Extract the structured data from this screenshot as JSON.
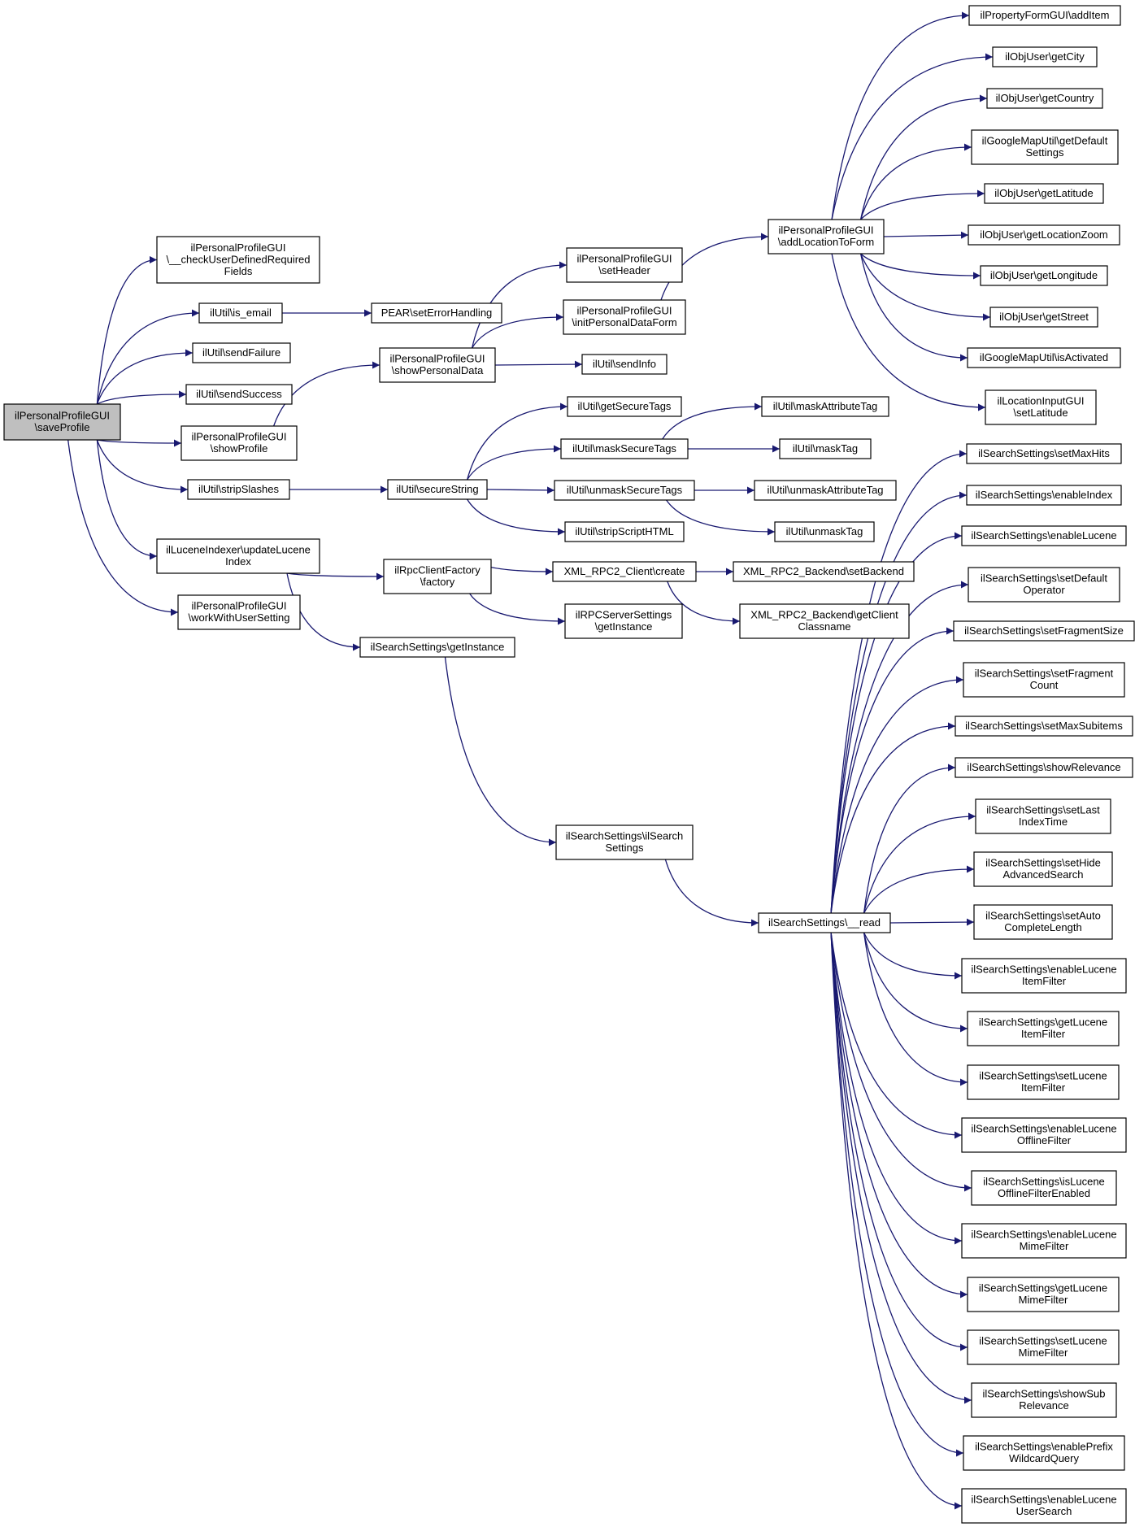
{
  "diagram": {
    "type": "call-graph",
    "edge_color": "#191970",
    "root_fill": "#bfbfbf",
    "nodes": [
      {
        "id": "saveProfile",
        "lines": [
          "ilPersonalProfileGUI",
          "\\saveProfile"
        ],
        "root": true
      },
      {
        "id": "checkUDF",
        "lines": [
          "ilPersonalProfileGUI",
          "\\__checkUserDefinedRequired",
          "Fields"
        ]
      },
      {
        "id": "is_email",
        "lines": [
          "ilUtil\\is_email"
        ]
      },
      {
        "id": "sendFailure",
        "lines": [
          "ilUtil\\sendFailure"
        ]
      },
      {
        "id": "sendSuccess",
        "lines": [
          "ilUtil\\sendSuccess"
        ]
      },
      {
        "id": "showProfile",
        "lines": [
          "ilPersonalProfileGUI",
          "\\showProfile"
        ]
      },
      {
        "id": "stripSlashes",
        "lines": [
          "ilUtil\\stripSlashes"
        ]
      },
      {
        "id": "updateLucene",
        "lines": [
          "ilLuceneIndexer\\updateLucene",
          "Index"
        ]
      },
      {
        "id": "workWithUserSetting",
        "lines": [
          "ilPersonalProfileGUI",
          "\\workWithUserSetting"
        ]
      },
      {
        "id": "setErrorHandling",
        "lines": [
          "PEAR\\setErrorHandling"
        ]
      },
      {
        "id": "showPersonalData",
        "lines": [
          "ilPersonalProfileGUI",
          "\\showPersonalData"
        ]
      },
      {
        "id": "secureString",
        "lines": [
          "ilUtil\\secureString"
        ]
      },
      {
        "id": "rpcFactory",
        "lines": [
          "ilRpcClientFactory",
          "\\factory"
        ]
      },
      {
        "id": "searchGetInstance",
        "lines": [
          "ilSearchSettings\\getInstance"
        ]
      },
      {
        "id": "searchCtor",
        "lines": [
          "ilSearchSettings\\ilSearch",
          "Settings"
        ]
      },
      {
        "id": "setHeader",
        "lines": [
          "ilPersonalProfileGUI",
          "\\setHeader"
        ]
      },
      {
        "id": "initPersonalDataForm",
        "lines": [
          "ilPersonalProfileGUI",
          "\\initPersonalDataForm"
        ]
      },
      {
        "id": "sendInfo",
        "lines": [
          "ilUtil\\sendInfo"
        ]
      },
      {
        "id": "getSecureTags",
        "lines": [
          "ilUtil\\getSecureTags"
        ]
      },
      {
        "id": "maskSecureTags",
        "lines": [
          "ilUtil\\maskSecureTags"
        ]
      },
      {
        "id": "unmaskSecureTags",
        "lines": [
          "ilUtil\\unmaskSecureTags"
        ]
      },
      {
        "id": "stripScriptHTML",
        "lines": [
          "ilUtil\\stripScriptHTML"
        ]
      },
      {
        "id": "xmlCreate",
        "lines": [
          "XML_RPC2_Client\\create"
        ]
      },
      {
        "id": "rpcServerGetInstance",
        "lines": [
          "ilRPCServerSettings",
          "\\getInstance"
        ]
      },
      {
        "id": "addLocationToForm",
        "lines": [
          "ilPersonalProfileGUI",
          "\\addLocationToForm"
        ]
      },
      {
        "id": "maskAttributeTag",
        "lines": [
          "ilUtil\\maskAttributeTag"
        ]
      },
      {
        "id": "maskTag",
        "lines": [
          "ilUtil\\maskTag"
        ]
      },
      {
        "id": "unmaskAttributeTag",
        "lines": [
          "ilUtil\\unmaskAttributeTag"
        ]
      },
      {
        "id": "unmaskTag",
        "lines": [
          "ilUtil\\unmaskTag"
        ]
      },
      {
        "id": "setBackend",
        "lines": [
          "XML_RPC2_Backend\\setBackend"
        ]
      },
      {
        "id": "getClientClassname",
        "lines": [
          "XML_RPC2_Backend\\getClient",
          "Classname"
        ]
      },
      {
        "id": "read",
        "lines": [
          "ilSearchSettings\\__read"
        ]
      },
      {
        "id": "addItem",
        "lines": [
          "ilPropertyFormGUI\\addItem"
        ]
      },
      {
        "id": "getCity",
        "lines": [
          "ilObjUser\\getCity"
        ]
      },
      {
        "id": "getCountry",
        "lines": [
          "ilObjUser\\getCountry"
        ]
      },
      {
        "id": "gmapGetDefault",
        "lines": [
          "ilGoogleMapUtil\\getDefault",
          "Settings"
        ]
      },
      {
        "id": "getLatitude",
        "lines": [
          "ilObjUser\\getLatitude"
        ]
      },
      {
        "id": "getLocationZoom",
        "lines": [
          "ilObjUser\\getLocationZoom"
        ]
      },
      {
        "id": "getLongitude",
        "lines": [
          "ilObjUser\\getLongitude"
        ]
      },
      {
        "id": "getStreet",
        "lines": [
          "ilObjUser\\getStreet"
        ]
      },
      {
        "id": "gmapIsActivated",
        "lines": [
          "ilGoogleMapUtil\\isActivated"
        ]
      },
      {
        "id": "locSetLatitude",
        "lines": [
          "ilLocationInputGUI",
          "\\setLatitude"
        ]
      },
      {
        "id": "setMaxHits",
        "lines": [
          "ilSearchSettings\\setMaxHits"
        ]
      },
      {
        "id": "enableIndex",
        "lines": [
          "ilSearchSettings\\enableIndex"
        ]
      },
      {
        "id": "enableLucene",
        "lines": [
          "ilSearchSettings\\enableLucene"
        ]
      },
      {
        "id": "setDefaultOperator",
        "lines": [
          "ilSearchSettings\\setDefault",
          "Operator"
        ]
      },
      {
        "id": "setFragmentSize",
        "lines": [
          "ilSearchSettings\\setFragmentSize"
        ]
      },
      {
        "id": "setFragmentCount",
        "lines": [
          "ilSearchSettings\\setFragment",
          "Count"
        ]
      },
      {
        "id": "setMaxSubitems",
        "lines": [
          "ilSearchSettings\\setMaxSubitems"
        ]
      },
      {
        "id": "showRelevance",
        "lines": [
          "ilSearchSettings\\showRelevance"
        ]
      },
      {
        "id": "setLastIndexTime",
        "lines": [
          "ilSearchSettings\\setLast",
          "IndexTime"
        ]
      },
      {
        "id": "setHideAdvancedSearch",
        "lines": [
          "ilSearchSettings\\setHide",
          "AdvancedSearch"
        ]
      },
      {
        "id": "setAutoCompleteLength",
        "lines": [
          "ilSearchSettings\\setAuto",
          "CompleteLength"
        ]
      },
      {
        "id": "enableLuceneItemFilter",
        "lines": [
          "ilSearchSettings\\enableLucene",
          "ItemFilter"
        ]
      },
      {
        "id": "getLuceneItemFilter",
        "lines": [
          "ilSearchSettings\\getLucene",
          "ItemFilter"
        ]
      },
      {
        "id": "setLuceneItemFilter",
        "lines": [
          "ilSearchSettings\\setLucene",
          "ItemFilter"
        ]
      },
      {
        "id": "enableLuceneOfflineFilter",
        "lines": [
          "ilSearchSettings\\enableLucene",
          "OfflineFilter"
        ]
      },
      {
        "id": "isLuceneOfflineFilterEnabled",
        "lines": [
          "ilSearchSettings\\isLucene",
          "OfflineFilterEnabled"
        ]
      },
      {
        "id": "enableLuceneMimeFilter",
        "lines": [
          "ilSearchSettings\\enableLucene",
          "MimeFilter"
        ]
      },
      {
        "id": "getLuceneMimeFilter",
        "lines": [
          "ilSearchSettings\\getLucene",
          "MimeFilter"
        ]
      },
      {
        "id": "setLuceneMimeFilter",
        "lines": [
          "ilSearchSettings\\setLucene",
          "MimeFilter"
        ]
      },
      {
        "id": "showSubRelevance",
        "lines": [
          "ilSearchSettings\\showSub",
          "Relevance"
        ]
      },
      {
        "id": "enablePrefixWildcardQuery",
        "lines": [
          "ilSearchSettings\\enablePrefix",
          "WildcardQuery"
        ]
      },
      {
        "id": "enableLuceneUserSearch",
        "lines": [
          "ilSearchSettings\\enableLucene",
          "UserSearch"
        ]
      }
    ],
    "edges": [
      [
        "saveProfile",
        "checkUDF"
      ],
      [
        "saveProfile",
        "is_email"
      ],
      [
        "saveProfile",
        "sendFailure"
      ],
      [
        "saveProfile",
        "sendSuccess"
      ],
      [
        "saveProfile",
        "showProfile"
      ],
      [
        "saveProfile",
        "stripSlashes"
      ],
      [
        "saveProfile",
        "updateLucene"
      ],
      [
        "saveProfile",
        "workWithUserSetting"
      ],
      [
        "is_email",
        "setErrorHandling"
      ],
      [
        "showProfile",
        "showPersonalData"
      ],
      [
        "stripSlashes",
        "secureString"
      ],
      [
        "updateLucene",
        "rpcFactory"
      ],
      [
        "updateLucene",
        "searchGetInstance"
      ],
      [
        "searchGetInstance",
        "searchCtor"
      ],
      [
        "searchCtor",
        "read"
      ],
      [
        "showPersonalData",
        "setHeader"
      ],
      [
        "showPersonalData",
        "initPersonalDataForm"
      ],
      [
        "showPersonalData",
        "sendInfo"
      ],
      [
        "initPersonalDataForm",
        "addLocationToForm"
      ],
      [
        "secureString",
        "getSecureTags"
      ],
      [
        "secureString",
        "maskSecureTags"
      ],
      [
        "secureString",
        "unmaskSecureTags"
      ],
      [
        "secureString",
        "stripScriptHTML"
      ],
      [
        "maskSecureTags",
        "maskAttributeTag"
      ],
      [
        "maskSecureTags",
        "maskTag"
      ],
      [
        "unmaskSecureTags",
        "unmaskAttributeTag"
      ],
      [
        "unmaskSecureTags",
        "unmaskTag"
      ],
      [
        "rpcFactory",
        "xmlCreate"
      ],
      [
        "rpcFactory",
        "rpcServerGetInstance"
      ],
      [
        "xmlCreate",
        "setBackend"
      ],
      [
        "xmlCreate",
        "getClientClassname"
      ],
      [
        "addLocationToForm",
        "addItem"
      ],
      [
        "addLocationToForm",
        "getCity"
      ],
      [
        "addLocationToForm",
        "getCountry"
      ],
      [
        "addLocationToForm",
        "gmapGetDefault"
      ],
      [
        "addLocationToForm",
        "getLatitude"
      ],
      [
        "addLocationToForm",
        "getLocationZoom"
      ],
      [
        "addLocationToForm",
        "getLongitude"
      ],
      [
        "addLocationToForm",
        "getStreet"
      ],
      [
        "addLocationToForm",
        "gmapIsActivated"
      ],
      [
        "addLocationToForm",
        "locSetLatitude"
      ],
      [
        "read",
        "setMaxHits"
      ],
      [
        "read",
        "enableIndex"
      ],
      [
        "read",
        "enableLucene"
      ],
      [
        "read",
        "setDefaultOperator"
      ],
      [
        "read",
        "setFragmentSize"
      ],
      [
        "read",
        "setFragmentCount"
      ],
      [
        "read",
        "setMaxSubitems"
      ],
      [
        "read",
        "showRelevance"
      ],
      [
        "read",
        "setLastIndexTime"
      ],
      [
        "read",
        "setHideAdvancedSearch"
      ],
      [
        "read",
        "setAutoCompleteLength"
      ],
      [
        "read",
        "enableLuceneItemFilter"
      ],
      [
        "read",
        "getLuceneItemFilter"
      ],
      [
        "read",
        "setLuceneItemFilter"
      ],
      [
        "read",
        "enableLuceneOfflineFilter"
      ],
      [
        "read",
        "isLuceneOfflineFilterEnabled"
      ],
      [
        "read",
        "enableLuceneMimeFilter"
      ],
      [
        "read",
        "getLuceneMimeFilter"
      ],
      [
        "read",
        "setLuceneMimeFilter"
      ],
      [
        "read",
        "showSubRelevance"
      ],
      [
        "read",
        "enablePrefixWildcardQuery"
      ],
      [
        "read",
        "enableLuceneUserSearch"
      ]
    ]
  }
}
